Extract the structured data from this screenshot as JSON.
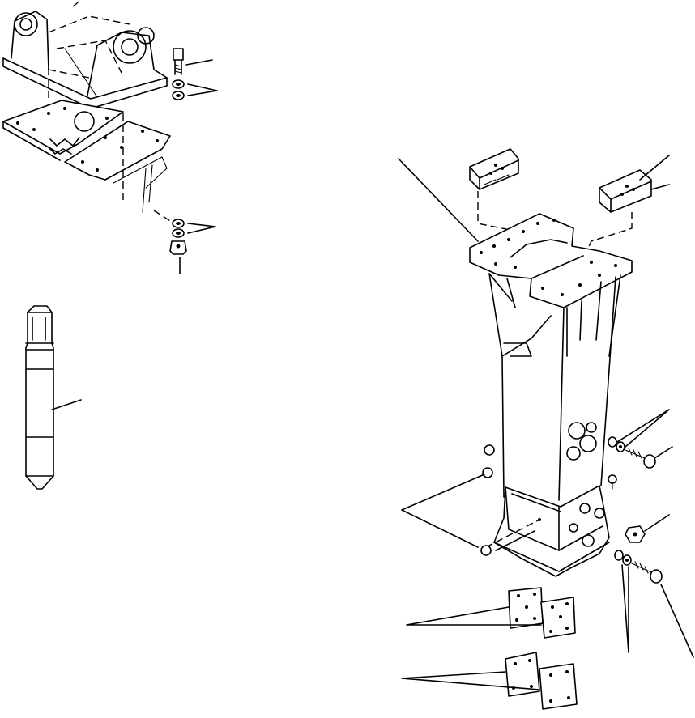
{
  "diagram": {
    "parts": [
      "top-bracket",
      "mount-bolt",
      "mount-washers",
      "adapter-plate",
      "lower-washers",
      "lower-nut",
      "chisel-tool",
      "wear-block-left",
      "wear-block-right",
      "breaker-housing",
      "side-washers-upper",
      "side-bolt-upper",
      "housing-plug",
      "side-nut",
      "side-washers-lower",
      "side-bolt-lower",
      "side-plug-set",
      "wear-plates-upper",
      "wear-plates-lower"
    ]
  }
}
